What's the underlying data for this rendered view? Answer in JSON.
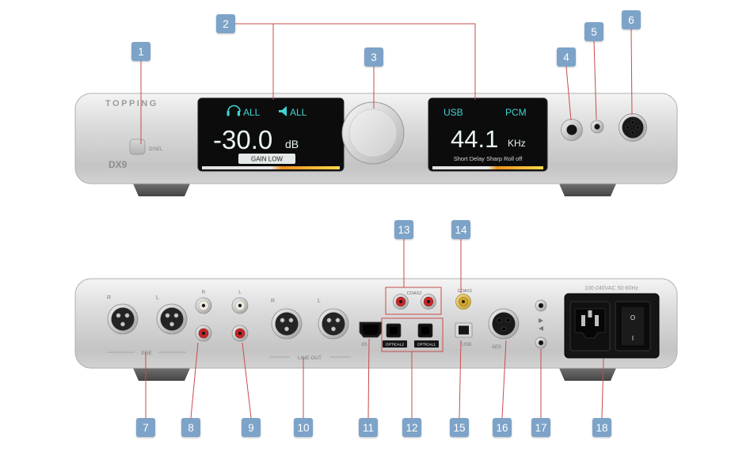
{
  "colors": {
    "callout_bg": "#7da3c8",
    "callout_text": "#ffffff",
    "annotation_line": "#c84b4b",
    "display_accent": "#3fd4d4",
    "chassis_silver": "#d6d6d6"
  },
  "callouts": [
    "1",
    "2",
    "3",
    "4",
    "5",
    "6",
    "7",
    "8",
    "9",
    "10",
    "11",
    "12",
    "13",
    "14",
    "15",
    "16",
    "17",
    "18"
  ],
  "front_panel": {
    "brand": "TOPPING",
    "model": "DX9",
    "select_button_label": "D/SEL",
    "left_display": {
      "headphone_channel": "ALL",
      "speaker_channel": "ALL",
      "volume": "-30.0",
      "volume_unit": "dB",
      "gain_status": "GAIN LOW"
    },
    "right_display": {
      "input_source": "USB",
      "signal_format": "PCM",
      "sample_rate": "44.1",
      "sample_rate_unit": "KHz",
      "filter_status": "Short Delay Sharp Roll off"
    }
  },
  "rear_panel": {
    "channel_right": "R",
    "channel_left": "L",
    "pre_label": "PRE",
    "line_out_label": "LINE OUT",
    "iis_label": "IIS",
    "optical2_label": "OPTICAL2",
    "optical1_label": "OPTICAL1",
    "coax2_label": "COAX2",
    "coax1_label": "COAX1",
    "usb_label": "USB",
    "aes_label": "AES",
    "power_rating": "100-240VAC 50-60Hz",
    "switch_off": "O",
    "switch_on": "I"
  }
}
